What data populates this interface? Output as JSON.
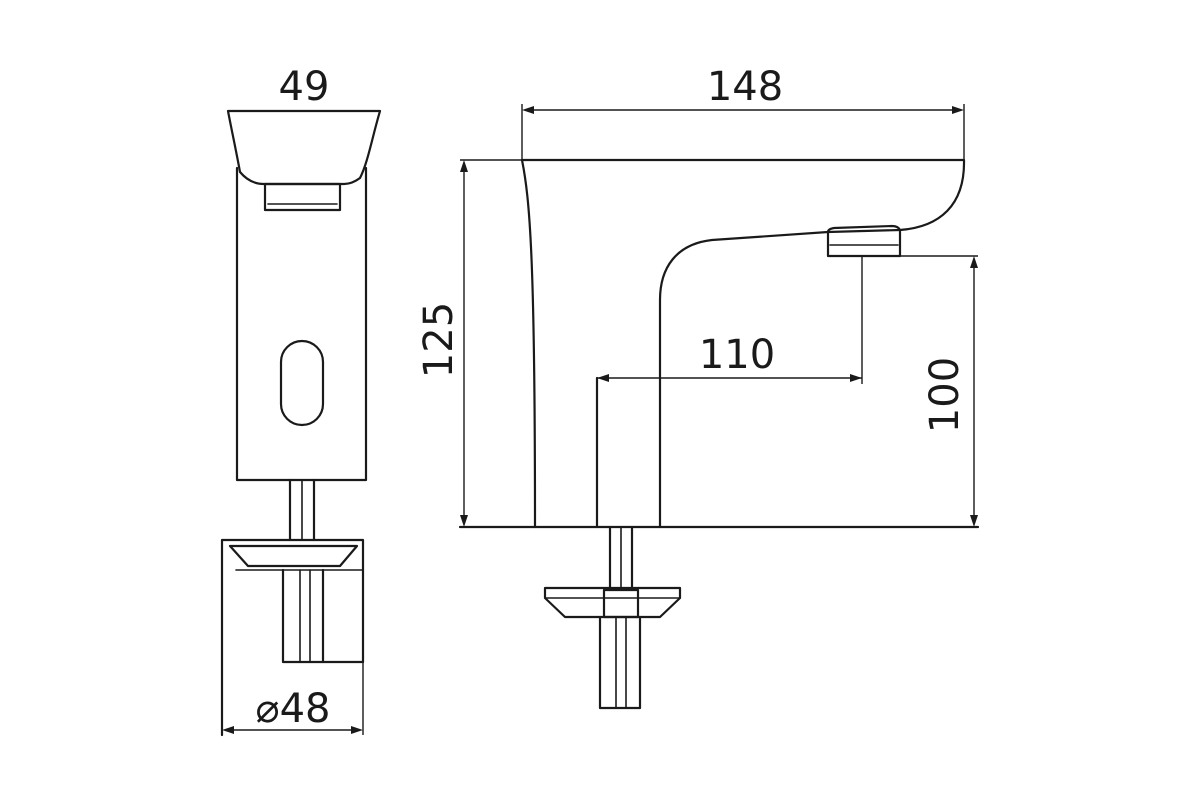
{
  "dimensions": {
    "front_width": "49",
    "base_diameter": "⌀48",
    "side_length": "148",
    "side_height": "125",
    "spout_reach": "110",
    "spout_height": "100"
  }
}
